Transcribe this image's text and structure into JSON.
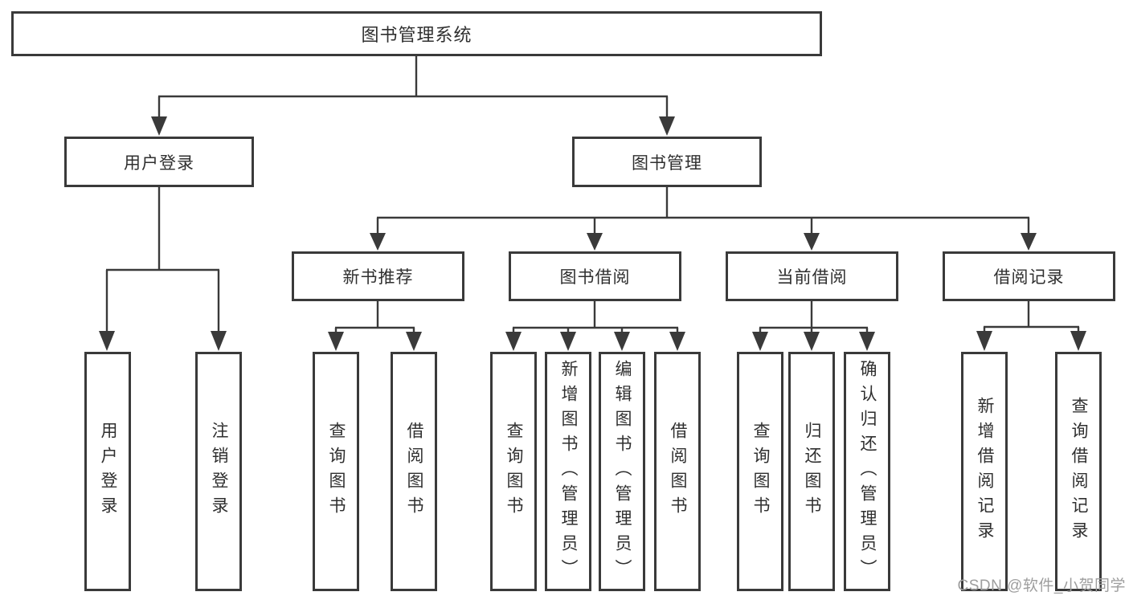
{
  "diagram": {
    "root": {
      "label": "图书管理系统"
    },
    "branches": [
      {
        "label": "用户登录",
        "children": [
          {
            "label": "用户登录"
          },
          {
            "label": "注销登录"
          }
        ]
      },
      {
        "label": "图书管理",
        "children": [
          {
            "label": "新书推荐",
            "children": [
              {
                "label": "查询图书"
              },
              {
                "label": "借阅图书"
              }
            ]
          },
          {
            "label": "图书借阅",
            "children": [
              {
                "label": "查询图书"
              },
              {
                "label": "新增图书（管理员）"
              },
              {
                "label": "编辑图书（管理员）"
              },
              {
                "label": "借阅图书"
              }
            ]
          },
          {
            "label": "当前借阅",
            "children": [
              {
                "label": "查询图书"
              },
              {
                "label": "归还图书"
              },
              {
                "label": "确认归还（管理员）"
              }
            ]
          },
          {
            "label": "借阅记录",
            "children": [
              {
                "label": "新增借阅记录"
              },
              {
                "label": "查询借阅记录"
              }
            ]
          }
        ]
      }
    ]
  },
  "watermark": "CSDN @软件_小贺同学",
  "colors": {
    "line": "#3a3a3a",
    "border": "#3a3a3a",
    "text": "#2f2f2f",
    "watermark": "#9e9e9e",
    "background": "#ffffff"
  }
}
